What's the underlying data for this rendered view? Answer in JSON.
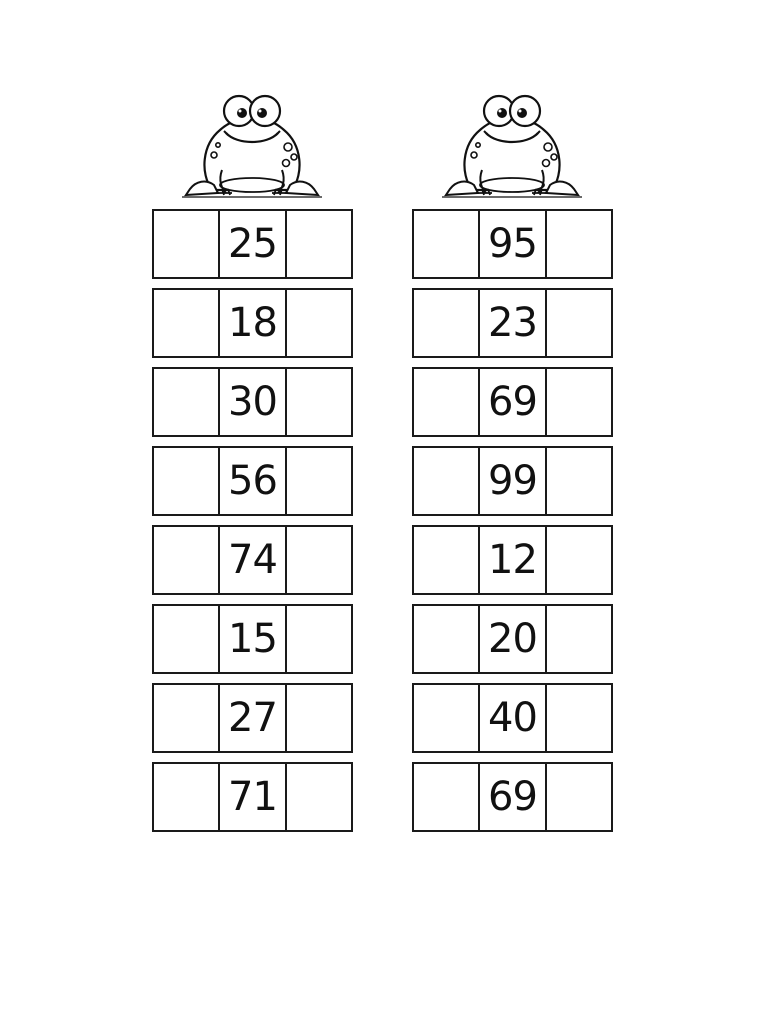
{
  "columns": [
    {
      "id": "left",
      "numbers": [
        "25",
        "18",
        "30",
        "56",
        "74",
        "15",
        "27",
        "71"
      ]
    },
    {
      "id": "right",
      "numbers": [
        "95",
        "23",
        "69",
        "99",
        "12",
        "20",
        "40",
        "69"
      ]
    }
  ],
  "icons": {
    "mascot": "frog-icon"
  },
  "colors": {
    "ink": "#111111",
    "paper": "#ffffff"
  }
}
